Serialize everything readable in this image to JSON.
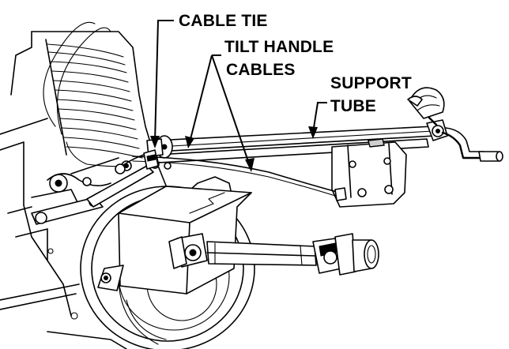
{
  "callouts": {
    "cable_tie": "CABLE TIE",
    "tilt_handle_line1": "TILT HANDLE",
    "tilt_handle_line2": "CABLES",
    "support_tube_line1": "SUPPORT",
    "support_tube_line2": "TUBE"
  },
  "colors": {
    "line": "#000000",
    "background": "#ffffff"
  }
}
